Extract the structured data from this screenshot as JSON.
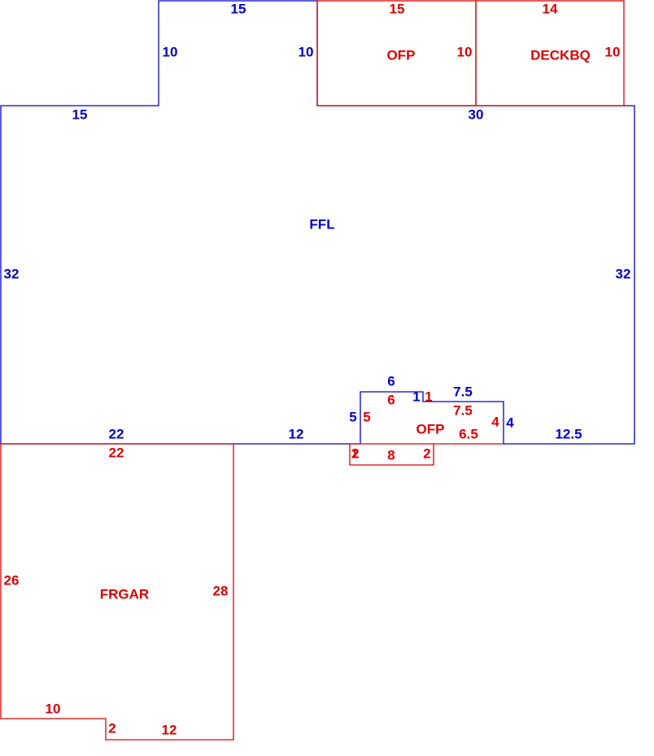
{
  "colors": {
    "living": "#0000cc",
    "exterior": "#dd0000"
  },
  "areas": {
    "ffl": {
      "label": "FFL",
      "dims": {
        "top_bump": "15",
        "bump_left": "10",
        "bump_right": "10",
        "top_left": "15",
        "top_right": "30",
        "left": "32",
        "right": "32",
        "bottom_left": "22",
        "bottom_mid": "12",
        "bottom_right": "12.5",
        "notch_left": "5",
        "notch_top": "6",
        "notch_step": "1",
        "notch_top_right": "7.5",
        "notch_right": "4"
      }
    },
    "ofp_top": {
      "label": "OFP",
      "dims": {
        "top": "15",
        "right": "10"
      }
    },
    "deckbq": {
      "label": "DECKBQ",
      "dims": {
        "top": "14",
        "right": "10"
      }
    },
    "ofp_front": {
      "label": "OFP",
      "dims": {
        "left": "5",
        "top": "6",
        "step": "1",
        "top_right": "7.5",
        "right": "4",
        "bottom_right": "6.5",
        "drop_right": "2",
        "bottom": "8",
        "drop_left_a": "2",
        "drop_left_b": "1"
      }
    },
    "frgar": {
      "label": "FRGAR",
      "dims": {
        "top": "22",
        "left": "26",
        "right": "28",
        "bottom_left": "10",
        "jog": "2",
        "bottom_right": "12"
      }
    }
  }
}
